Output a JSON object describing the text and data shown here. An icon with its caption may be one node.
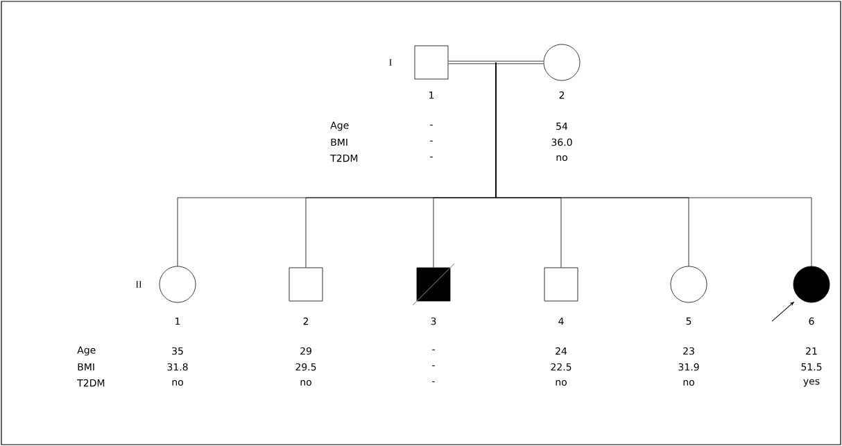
{
  "diagram": {
    "nodes": [
      {
        "text": [],
        "shape": "box",
        "beside": [
          "1",
          "-",
          "-",
          "-"
        ]
      },
      {
        "text": [],
        "shape": "circle",
        "beside": [
          "2",
          "54",
          "36.0",
          "no"
        ]
      },
      {
        "text": [],
        "shape": "circle",
        "beside": [
          "1",
          "35",
          "31.8",
          "no"
        ]
      },
      {
        "text": [],
        "shape": "box",
        "beside": [
          "2",
          "29",
          "29.5",
          "no"
        ]
      },
      {
        "text": [],
        "shape": "box",
        "beside": [
          "3",
          "-",
          "-",
          "-"
        ]
      },
      {
        "text": [],
        "shape": "box",
        "beside": [
          "4",
          "24",
          "22.5",
          "no"
        ]
      },
      {
        "text": [],
        "shape": "circle",
        "beside": [
          "5",
          "23",
          "31.9",
          "no"
        ]
      },
      {
        "text": [],
        "shape": "circle",
        "beside": [
          "6",
          "21",
          "51.5",
          "yes"
        ]
      }
    ],
    "edges": [
      {
        "from": 0,
        "to": 1,
        "arrow": "none",
        "style": "thick"
      },
      {
        "from": 0,
        "to": 2,
        "arrow": "none"
      },
      {
        "from": 1,
        "to": 2,
        "arrow": "none"
      },
      {
        "from": 0,
        "to": 3,
        "arrow": "none"
      },
      {
        "from": 1,
        "to": 3,
        "arrow": "none"
      },
      {
        "from": 0,
        "to": 4,
        "arrow": "none"
      },
      {
        "from": 1,
        "to": 4,
        "arrow": "none"
      },
      {
        "from": 0,
        "to": 5,
        "arrow": "none"
      },
      {
        "from": 1,
        "to": 5,
        "arrow": "none"
      },
      {
        "from": 0,
        "to": 6,
        "arrow": "none"
      },
      {
        "from": 1,
        "to": 6,
        "arrow": "none"
      },
      {
        "from": 0,
        "to": 7,
        "arrow": "none"
      },
      {
        "from": 1,
        "to": 7,
        "arrow": "none"
      },
      {
        "from": null,
        "to": 7,
        "arrow": "to"
      }
    ],
    "labels": [
      "I",
      "Age",
      "BMI",
      "T2DM",
      "II",
      "Age",
      "BMI",
      "T2DM"
    ]
  }
}
